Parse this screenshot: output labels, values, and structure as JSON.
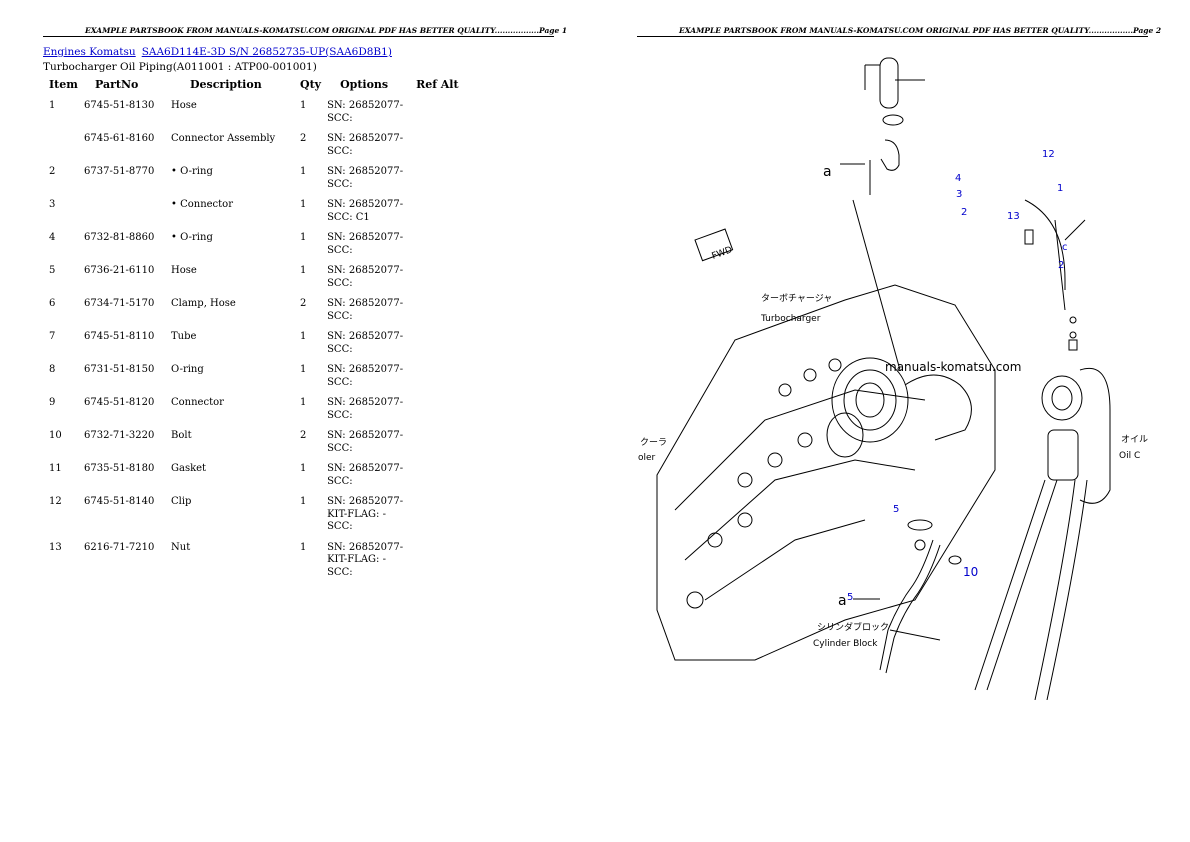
{
  "header": {
    "left": "EXAMPLE PARTSBOOK FROM MANUALS-KOMATSU.COM ORIGINAL PDF HAS BETTER QUALITY.................Page 1",
    "right": "EXAMPLE PARTSBOOK FROM MANUALS-KOMATSU.COM ORIGINAL PDF HAS BETTER QUALITY.................Page 2"
  },
  "breadcrumb": {
    "link1": "Engines Komatsu",
    "link2": "SAA6D114E-3D S/N 26852735-UP(SAA6D8B1)"
  },
  "section_title": "Turbocharger Oil Piping(A011001 : ATP00-001001)",
  "table": {
    "headers": [
      "Item",
      "PartNo",
      "Description",
      "Qty",
      "Options",
      "Ref Alt"
    ],
    "rows": [
      {
        "item": "1",
        "part": "6745-51-8130",
        "desc": "Hose",
        "qty": "1",
        "opt": "SN: 26852077- SCC:"
      },
      {
        "item": "",
        "part": "6745-61-8160",
        "desc": "Connector Assembly",
        "qty": "2",
        "opt": "SN: 26852077- SCC:"
      },
      {
        "item": "2",
        "part": "6737-51-8770",
        "desc": "• O-ring",
        "qty": "1",
        "opt": "SN: 26852077- SCC:"
      },
      {
        "item": "3",
        "part": "",
        "desc": "• Connector",
        "qty": "1",
        "opt": "SN: 26852077- SCC: C1"
      },
      {
        "item": "4",
        "part": "6732-81-8860",
        "desc": "• O-ring",
        "qty": "1",
        "opt": "SN: 26852077- SCC:"
      },
      {
        "item": "5",
        "part": "6736-21-6110",
        "desc": "Hose",
        "qty": "1",
        "opt": "SN: 26852077- SCC:"
      },
      {
        "item": "6",
        "part": "6734-71-5170",
        "desc": "Clamp, Hose",
        "qty": "2",
        "opt": "SN: 26852077- SCC:"
      },
      {
        "item": "7",
        "part": "6745-51-8110",
        "desc": "Tube",
        "qty": "1",
        "opt": "SN: 26852077- SCC:"
      },
      {
        "item": "8",
        "part": "6731-51-8150",
        "desc": "O-ring",
        "qty": "1",
        "opt": "SN: 26852077- SCC:"
      },
      {
        "item": "9",
        "part": "6745-51-8120",
        "desc": "Connector",
        "qty": "1",
        "opt": "SN: 26852077- SCC:"
      },
      {
        "item": "10",
        "part": "6732-71-3220",
        "desc": "Bolt",
        "qty": "2",
        "opt": "SN: 26852077- SCC:"
      },
      {
        "item": "11",
        "part": "6735-51-8180",
        "desc": "Gasket",
        "qty": "1",
        "opt": "SN: 26852077- SCC:"
      },
      {
        "item": "12",
        "part": "6745-51-8140",
        "desc": "Clip",
        "qty": "1",
        "opt": "SN: 26852077- KIT-FLAG: - SCC:"
      },
      {
        "item": "13",
        "part": "6216-71-7210",
        "desc": "Nut",
        "qty": "1",
        "opt": "SN: 26852077- KIT-FLAG: - SCC:"
      }
    ]
  },
  "diagram": {
    "turbo_jp": "ターボチャージャ",
    "turbo_en": "Turbocharger",
    "cooler_jp": "クーラ",
    "cooler_en": "oler",
    "oil_jp": "オイル",
    "oil_en": "Oil C",
    "block_jp": "シリンダブロック",
    "block_en": "Cylinder Block",
    "watermark": "manuals-komatsu.com",
    "fwd": "FWD",
    "ref_a1": "a",
    "ref_a2": "a",
    "callouts": [
      "12",
      "1",
      "4",
      "3",
      "2",
      "13",
      "2",
      "10",
      "5",
      "5",
      "c"
    ]
  }
}
